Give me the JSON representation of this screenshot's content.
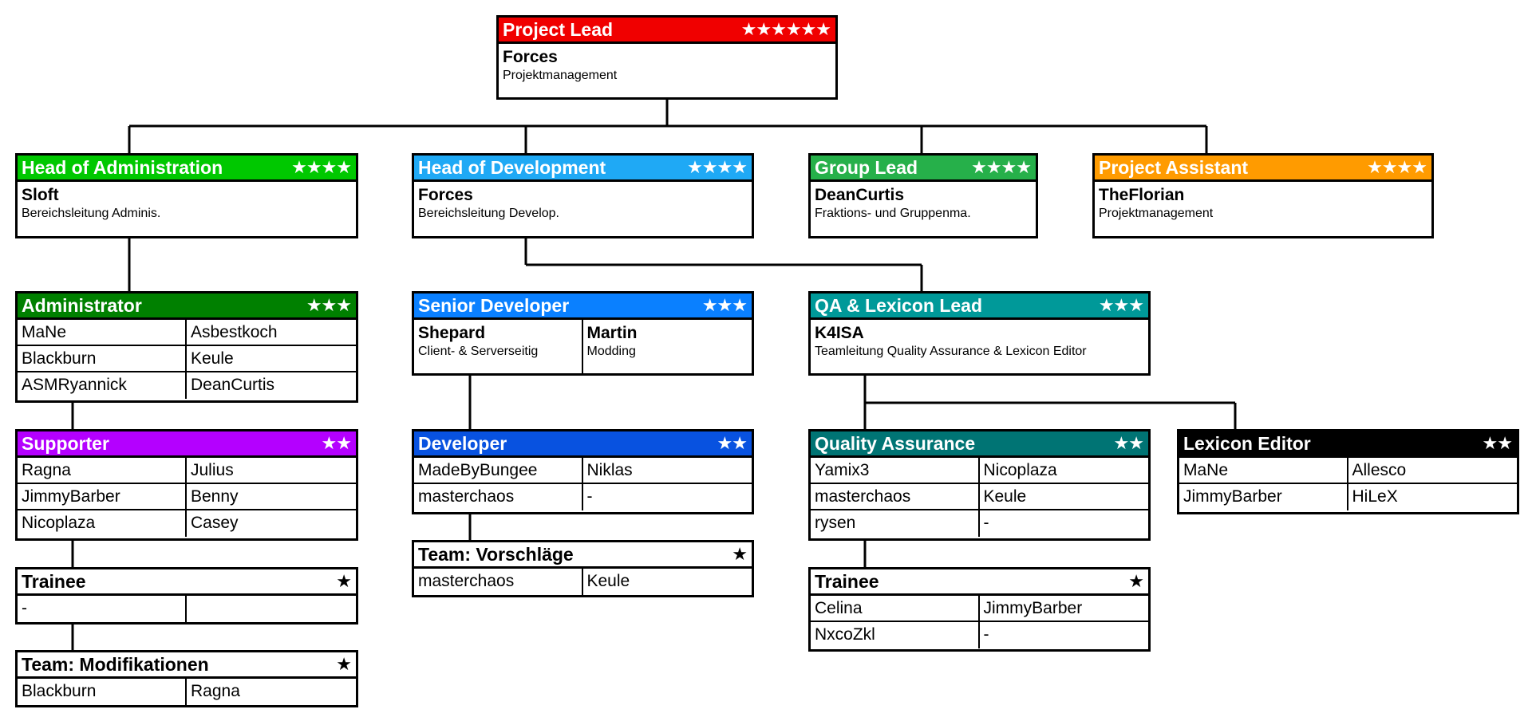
{
  "colors": {
    "project_lead": "#f00000",
    "head_admin": "#00c800",
    "head_dev": "#1fa9f5",
    "group_lead": "#26b04a",
    "project_assistant": "#ff9b00",
    "administrator": "#008000",
    "senior_dev": "#0a80ff",
    "qa_lead": "#009999",
    "supporter": "#b400ff",
    "developer": "#0852e0",
    "quality_assurance": "#007474",
    "lexicon_editor": "#000000",
    "star_tier": "#ffffff"
  },
  "project_lead": {
    "title": "Project Lead",
    "stars": "★★★★★★",
    "name": "Forces",
    "desc": "Projektmanagement"
  },
  "head_admin": {
    "title": "Head of Administration",
    "stars": "★★★★",
    "name": "Sloft",
    "desc": "Bereichsleitung Adminis."
  },
  "head_dev": {
    "title": "Head of Development",
    "stars": "★★★★",
    "name": "Forces",
    "desc": "Bereichsleitung Develop."
  },
  "group_lead": {
    "title": "Group Lead",
    "stars": "★★★★",
    "name": "DeanCurtis",
    "desc": "Fraktions- und Gruppenma."
  },
  "project_assistant": {
    "title": "Project Assistant",
    "stars": "★★★★",
    "name": "TheFlorian",
    "desc": "Projektmanagement"
  },
  "administrator": {
    "title": "Administrator",
    "stars": "★★★",
    "members": [
      [
        "MaNe",
        "Asbestkoch"
      ],
      [
        "Blackburn",
        "Keule"
      ],
      [
        "ASMRyannick",
        "DeanCurtis"
      ]
    ]
  },
  "senior_dev": {
    "title": "Senior Developer",
    "stars": "★★★",
    "leads": [
      {
        "name": "Shepard",
        "desc": "Client- & Serverseitig"
      },
      {
        "name": "Martin",
        "desc": "Modding"
      }
    ]
  },
  "qa_lead": {
    "title": "QA & Lexicon Lead",
    "stars": "★★★",
    "name": "K4ISA",
    "desc": "Teamleitung Quality Assurance & Lexicon Editor"
  },
  "supporter": {
    "title": "Supporter",
    "stars": "★★",
    "members": [
      [
        "Ragna",
        "Julius"
      ],
      [
        "JimmyBarber",
        "Benny"
      ],
      [
        "Nicoplaza",
        "Casey"
      ]
    ]
  },
  "developer": {
    "title": "Developer",
    "stars": "★★",
    "members": [
      [
        "MadeByBungee",
        "Niklas"
      ],
      [
        "masterchaos",
        "-"
      ]
    ]
  },
  "quality_assurance": {
    "title": "Quality Assurance",
    "stars": "★★",
    "members": [
      [
        "Yamix3",
        "Nicoplaza"
      ],
      [
        "masterchaos",
        "Keule"
      ],
      [
        "rysen",
        "-"
      ]
    ]
  },
  "lexicon_editor": {
    "title": "Lexicon Editor",
    "stars": "★★",
    "members": [
      [
        "MaNe",
        "Allesco"
      ],
      [
        "JimmyBarber",
        "HiLeX"
      ]
    ]
  },
  "trainee_admin": {
    "title": "Trainee",
    "stars": "★",
    "members": [
      [
        "-",
        ""
      ]
    ]
  },
  "team_mod": {
    "title": "Team: Modifikationen",
    "stars": "★",
    "members": [
      [
        "Blackburn",
        "Ragna"
      ]
    ]
  },
  "team_vorschlaege": {
    "title": "Team: Vorschläge",
    "stars": "★",
    "members": [
      [
        "masterchaos",
        "Keule"
      ]
    ]
  },
  "trainee_qa": {
    "title": "Trainee",
    "stars": "★",
    "members": [
      [
        "Celina",
        "JimmyBarber"
      ],
      [
        "NxcoZkl",
        "-"
      ]
    ]
  }
}
